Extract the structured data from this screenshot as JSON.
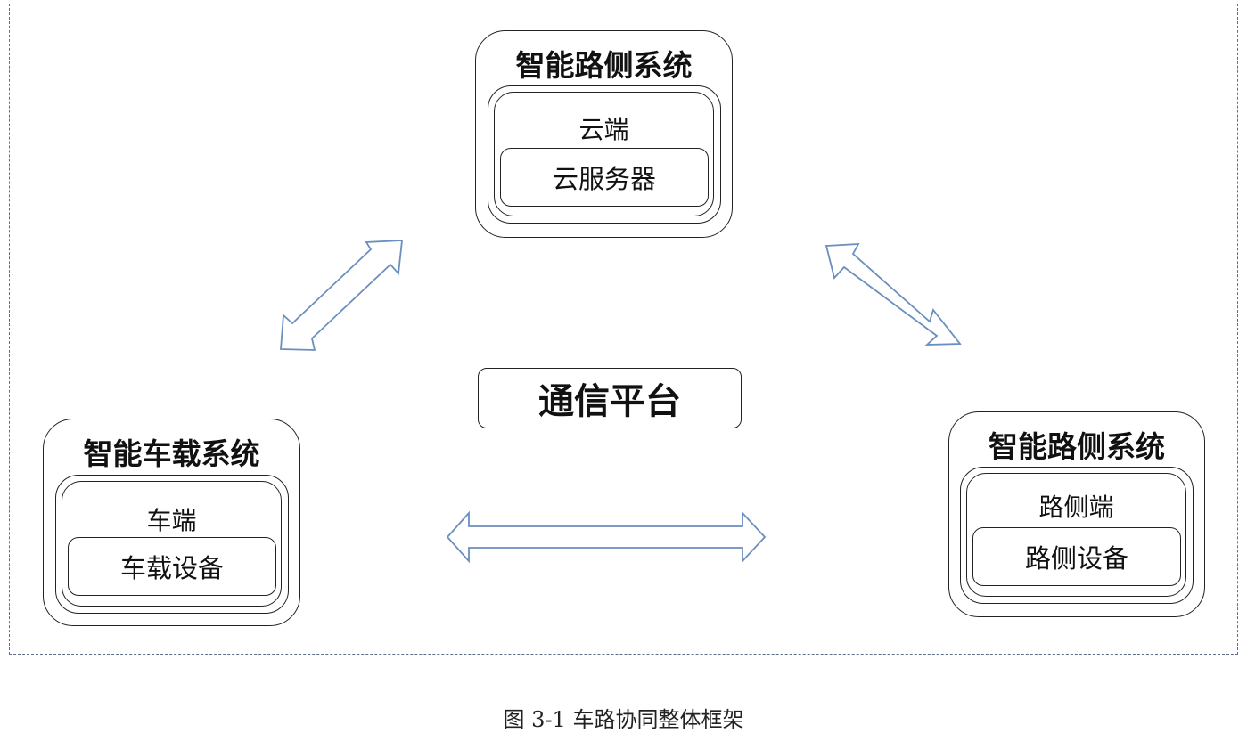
{
  "top_system": {
    "title": "智能路侧系统",
    "layer_label": "云端",
    "device_label": "云服务器"
  },
  "left_system": {
    "title": "智能车载系统",
    "layer_label": "车端",
    "device_label": "车载设备"
  },
  "right_system": {
    "title": "智能路侧系统",
    "layer_label": "路侧端",
    "device_label": "路侧设备"
  },
  "center": {
    "label": "通信平台"
  },
  "caption": "图 3-1 车路协同整体框架",
  "colors": {
    "arrow_stroke": "#6a8fbf",
    "frame_border": "#5b7088",
    "box_border": "#222222"
  },
  "icons": [
    "double-arrow-icon"
  ]
}
